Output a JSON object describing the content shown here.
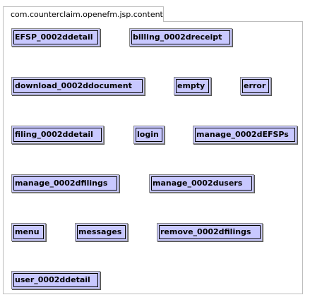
{
  "package": {
    "name": "com.counterclaim.openefm.jsp.content"
  },
  "classes": [
    {
      "id": "efsp-detail",
      "label": "EFSP_0002ddetail"
    },
    {
      "id": "billing-receipt",
      "label": "billing_0002dreceipt"
    },
    {
      "id": "download-document",
      "label": "download_0002ddocument"
    },
    {
      "id": "empty",
      "label": "empty"
    },
    {
      "id": "error",
      "label": "error"
    },
    {
      "id": "filing-detail",
      "label": "filing_0002ddetail"
    },
    {
      "id": "login",
      "label": "login"
    },
    {
      "id": "manage-efsps",
      "label": "manage_0002dEFSPs"
    },
    {
      "id": "manage-filings",
      "label": "manage_0002dfilings"
    },
    {
      "id": "manage-users",
      "label": "manage_0002dusers"
    },
    {
      "id": "menu",
      "label": "menu"
    },
    {
      "id": "messages",
      "label": "messages"
    },
    {
      "id": "remove-filings",
      "label": "remove_0002dfilings"
    },
    {
      "id": "user-detail",
      "label": "user_0002ddetail"
    }
  ]
}
